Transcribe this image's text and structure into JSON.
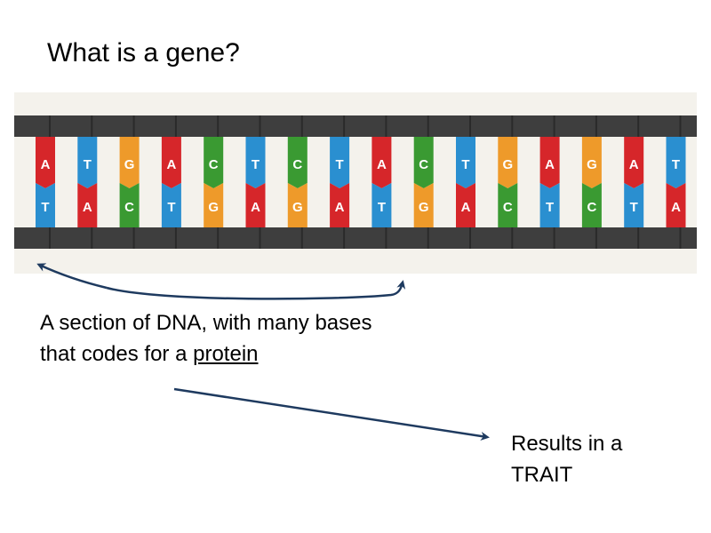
{
  "slide": {
    "title": "What is a gene?",
    "caption_part1": "A section of DNA, with many bases that codes for a ",
    "caption_keyword": "protein",
    "result_line1": "Results in a",
    "result_line2": "TRAIT"
  },
  "dna": {
    "top_bases": [
      "A",
      "T",
      "G",
      "A",
      "C",
      "T",
      "C",
      "T",
      "A",
      "C",
      "T",
      "G",
      "A",
      "G",
      "A",
      "T"
    ],
    "bottom_bases": [
      "T",
      "A",
      "C",
      "T",
      "G",
      "A",
      "G",
      "A",
      "T",
      "G",
      "A",
      "C",
      "T",
      "C",
      "T",
      "A"
    ],
    "base_colors": {
      "A": "#d6262a",
      "T": "#2a8fd0",
      "G": "#ee9a2a",
      "C": "#3a9a32"
    },
    "backbone_color": "#3e3e3e",
    "arrow_color": "#1e3a5f"
  }
}
